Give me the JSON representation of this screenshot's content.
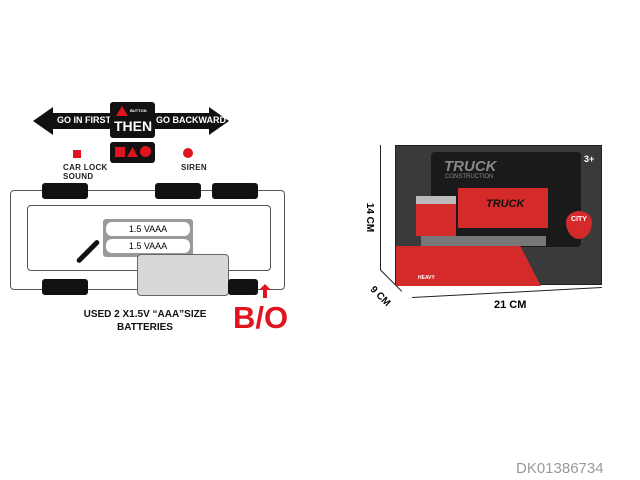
{
  "controls": {
    "forward": "GO IN FIRST",
    "backward": "GO BACKWARD",
    "button": "BUTTON",
    "then": "THEN",
    "car_lock": "CAR LOCK",
    "sound": "SOUND",
    "siren": "SIREN"
  },
  "battery": {
    "row1": "1.5  VAAA",
    "row2": "1.5  VAAA",
    "note_line1": "USED 2 X1.5V “AAA”SIZE",
    "note_line2": "BATTERIES",
    "switch": "B/O"
  },
  "package": {
    "height": "14 CM",
    "depth": "9 CM",
    "width": "21 CM",
    "brand": "TRUCK",
    "sub": "CONSTRUCTION",
    "truck_text": "TRUCK",
    "badge": "CITY",
    "age": "3+",
    "tag": "HEAVY"
  },
  "product_code": "DK01386734",
  "colors": {
    "accent": "#e0141e",
    "box_red": "#d42a2a",
    "box_dark": "#3a3a3a"
  }
}
